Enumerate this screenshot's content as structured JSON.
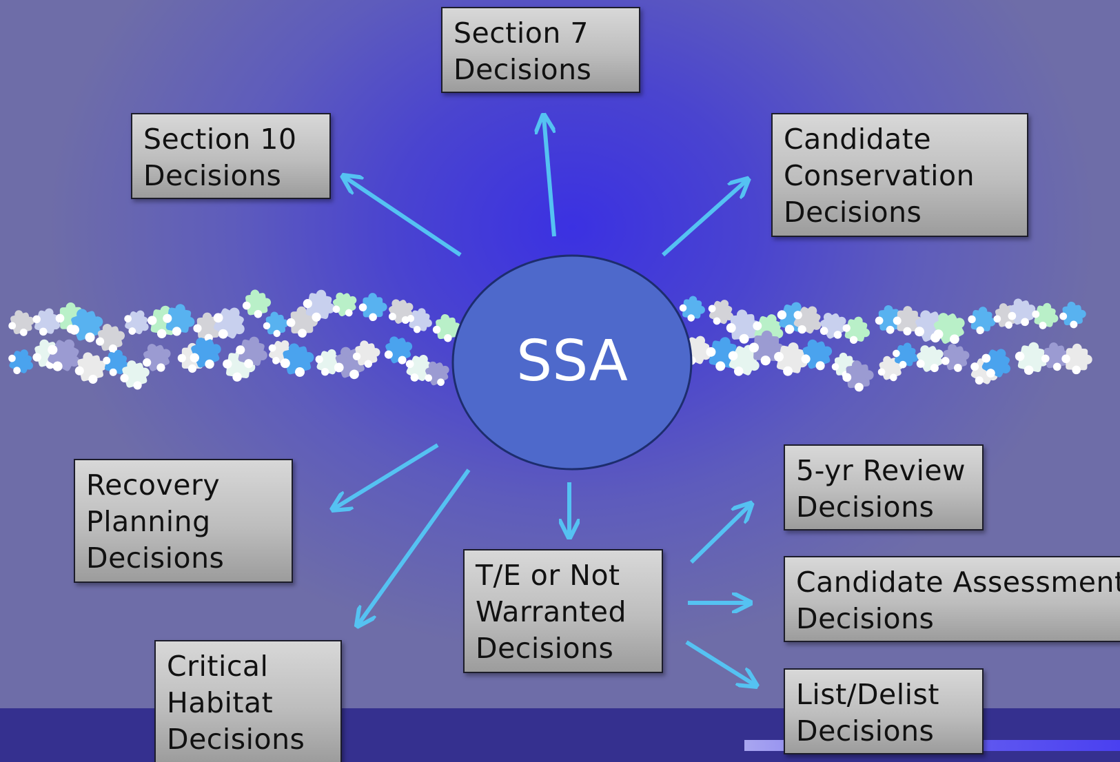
{
  "center": {
    "label": "SSA"
  },
  "decisions": {
    "section7": "Section 7\nDecisions",
    "section10": "Section 10\nDecisions",
    "candidate_conservation": "Candidate\nConservation\nDecisions",
    "recovery_planning": "Recovery\nPlanning\nDecisions",
    "critical_habitat": "Critical\nHabitat\nDecisions",
    "te_or_not_warranted": "T/E or Not\nWarranted\nDecisions",
    "five_yr_review": "5-yr Review\nDecisions",
    "candidate_assessment": "Candidate Assessment\nDecisions",
    "list_delist": "List/Delist\nDecisions"
  },
  "colors": {
    "arrow": "#55c2f2",
    "ellipse_fill": "#4e69cb",
    "box_text": "#111111",
    "puzzle_pieces": [
      "#d3d3d8",
      "#4aa3ee",
      "#c8d0ee",
      "#e6f5f0",
      "#b9f0c8",
      "#9b9bd2",
      "#58b2f0",
      "#eaeaea"
    ]
  }
}
